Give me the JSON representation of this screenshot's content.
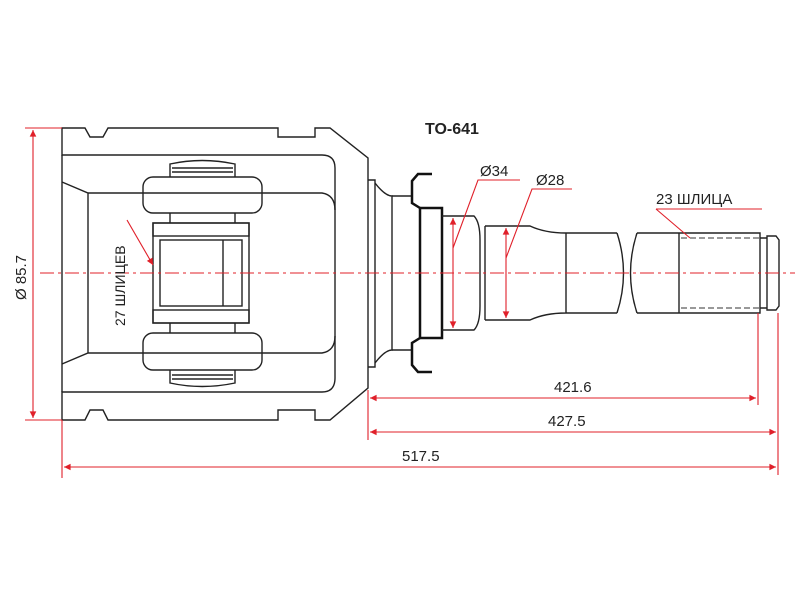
{
  "title": "TO-641",
  "dimensions": {
    "outer_diameter": "Ø 85.7",
    "inner_splines": "27 ШЛИЦЕВ",
    "seal_diameter": "Ø34",
    "shaft_diameter": "Ø28",
    "outer_splines": "23 ШЛИЦА",
    "length_1": "421.6",
    "length_2": "427.5",
    "length_total": "517.5"
  },
  "colors": {
    "dimension": "#e0202a",
    "outline": "#222222"
  }
}
